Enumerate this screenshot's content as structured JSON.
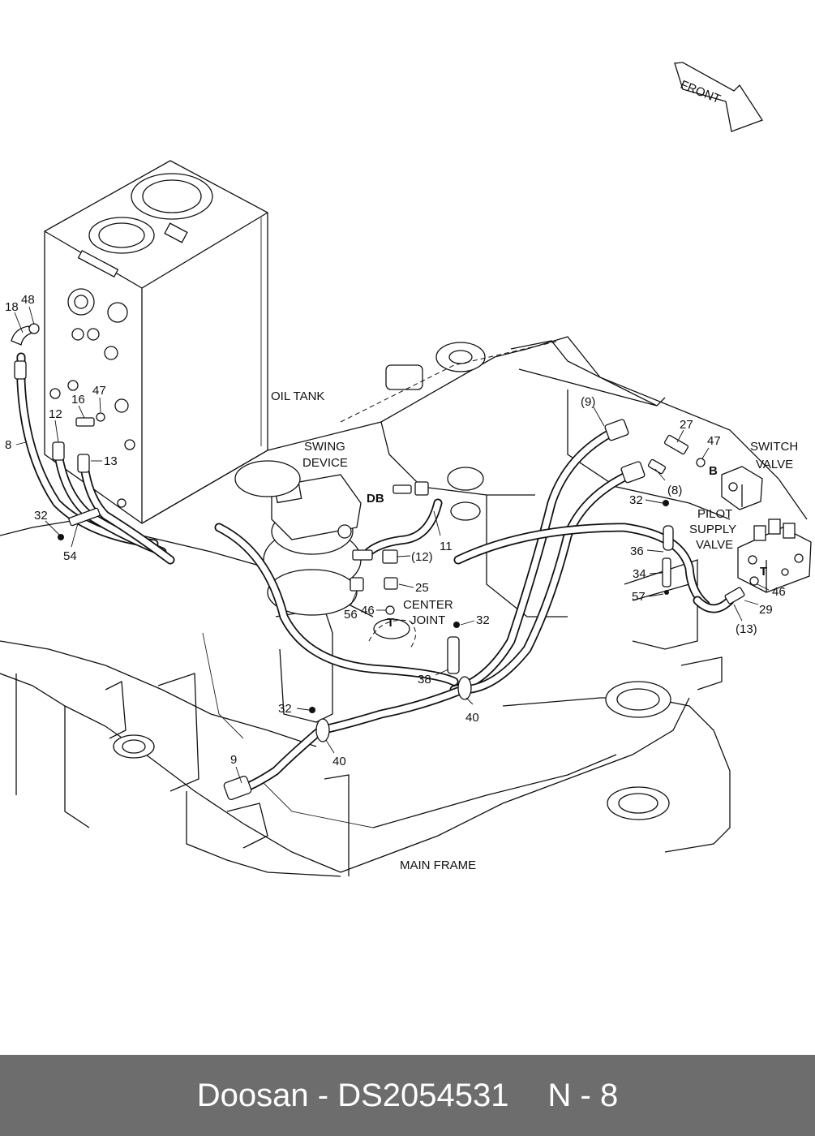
{
  "labels": {
    "front": "FRONT",
    "oil_tank": "OIL TANK",
    "swing_device_1": "SWING",
    "swing_device_2": "DEVICE",
    "switch_valve_1": "SWITCH",
    "switch_valve_2": "VALVE",
    "pilot_supply_1": "PILOT",
    "pilot_supply_2": "SUPPLY",
    "pilot_supply_3": "VALVE",
    "center_joint_1": "CENTER",
    "center_joint_2": "JOINT",
    "main_frame": "MAIN FRAME",
    "port_db": "DB",
    "port_b": "B",
    "port_t_center": "T",
    "port_t_pilot": "T"
  },
  "callouts": {
    "c18": "18",
    "c48": "48",
    "c8": "8",
    "c16": "16",
    "c47a": "47",
    "c12": "12",
    "c13": "13",
    "c32a": "32",
    "c54": "54",
    "c9a": "(9)",
    "c27": "27",
    "c47b": "47",
    "c8b": "(8)",
    "c32b": "32",
    "c36": "36",
    "c34": "34",
    "c57": "57",
    "c46a": "46",
    "c29": "29",
    "c13b": "(13)",
    "c11": "11",
    "c12b": "(12)",
    "c25": "25",
    "c46b": "46",
    "c56": "56",
    "c32c": "32",
    "c38": "38",
    "c40a": "40",
    "c32d": "32",
    "c40b": "40",
    "c9b": "9"
  },
  "footer": {
    "brand": "Doosan",
    "separator": " - ",
    "part_number": "DS2054531",
    "page": "N - 8"
  }
}
